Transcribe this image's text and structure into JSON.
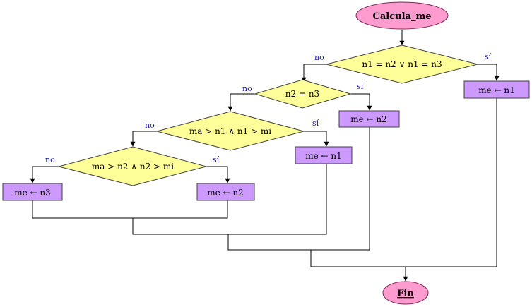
{
  "flowchart": {
    "start": "Calcula_me",
    "end": "Fin",
    "decisions": [
      {
        "condition": "n1 = n2 ∨ n1 = n3",
        "no": "no",
        "yes": "sí"
      },
      {
        "condition": "n2 = n3",
        "no": "no",
        "yes": "sí"
      },
      {
        "condition": "ma > n1 ∧ n1 > mi",
        "no": "no",
        "yes": "sí"
      },
      {
        "condition": "ma > n2 ∧ n2 > mi",
        "no": "no",
        "yes": "sí"
      }
    ],
    "processes": [
      {
        "text": "me ← n1"
      },
      {
        "text": "me ← n2"
      },
      {
        "text": "me ← n1"
      },
      {
        "text": "me ← n2"
      },
      {
        "text": "me ← n3"
      }
    ]
  },
  "colors": {
    "terminal_fill": "#ff9ccf",
    "terminal_stroke": "#7a2a55",
    "decision_fill": "#ffff99",
    "decision_stroke": "#404040",
    "process_fill": "#cc99ff",
    "process_stroke": "#404040",
    "branch_text": "#1a1aa8"
  }
}
